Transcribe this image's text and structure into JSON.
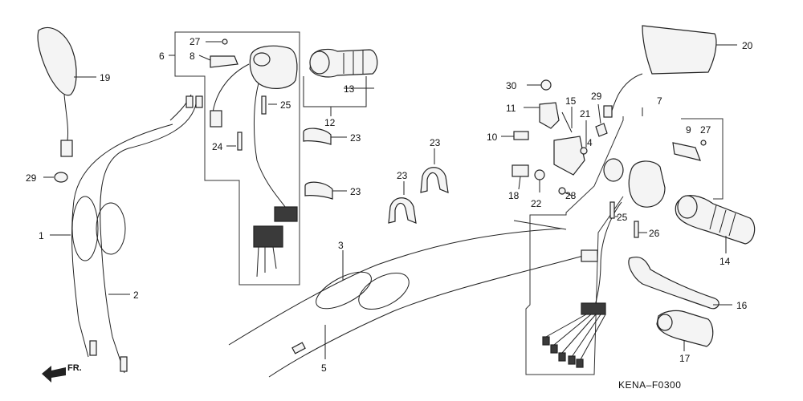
{
  "diagram": {
    "code": "KENA–F0300",
    "direction_label": "FR.",
    "labels": [
      "1",
      "2",
      "3",
      "4",
      "5",
      "6",
      "7",
      "8",
      "9",
      "10",
      "11",
      "12",
      "13",
      "14",
      "15",
      "16",
      "17",
      "18",
      "19",
      "20",
      "21",
      "22",
      "23",
      "23",
      "23",
      "23",
      "24",
      "25",
      "25",
      "26",
      "27",
      "27",
      "28",
      "29",
      "29",
      "30"
    ]
  }
}
